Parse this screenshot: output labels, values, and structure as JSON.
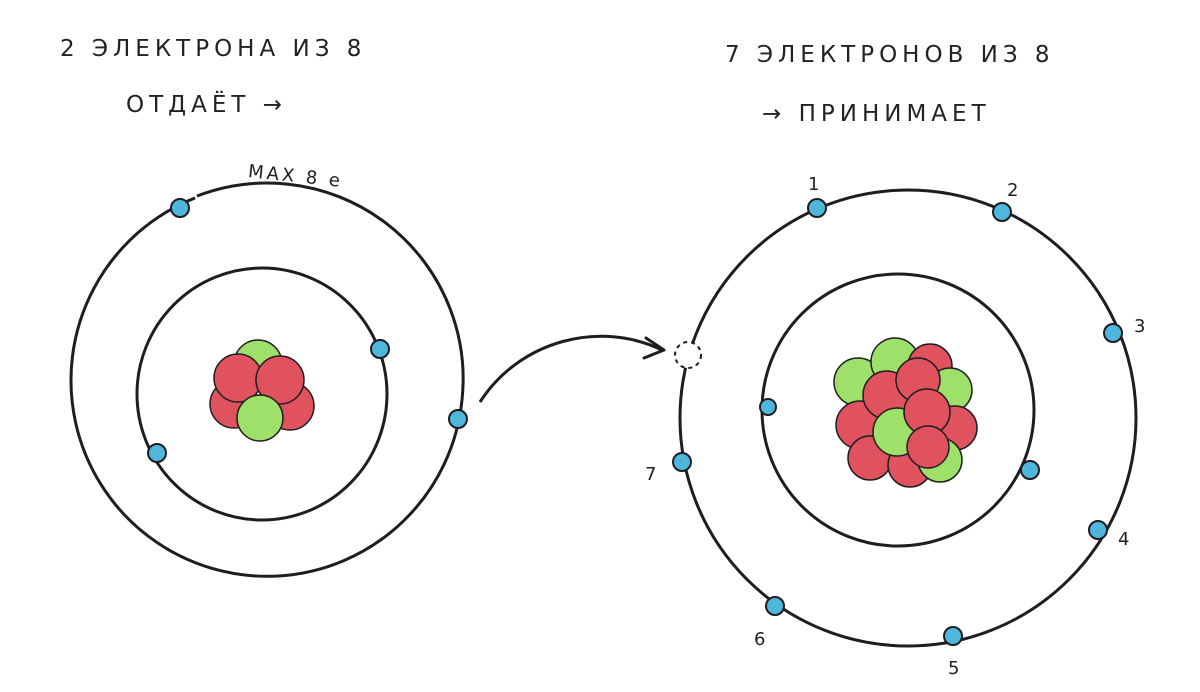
{
  "left_atom": {
    "title_line1": "2 ЭЛЕКТРОНА ИЗ 8",
    "title_line2": "ОТДАЁТ →",
    "shell_label": "MAX 8 e"
  },
  "right_atom": {
    "title_line1": "7 ЭЛЕКТРОНОВ ИЗ 8",
    "title_line2": "→ ПРИНИМАЕТ",
    "electron_numbers": [
      "1",
      "2",
      "3",
      "4",
      "5",
      "6",
      "7"
    ]
  },
  "colors": {
    "electron": "#4fb6dc",
    "proton": "#e0525d",
    "neutron": "#9fe06a",
    "line": "#1d1d22"
  }
}
